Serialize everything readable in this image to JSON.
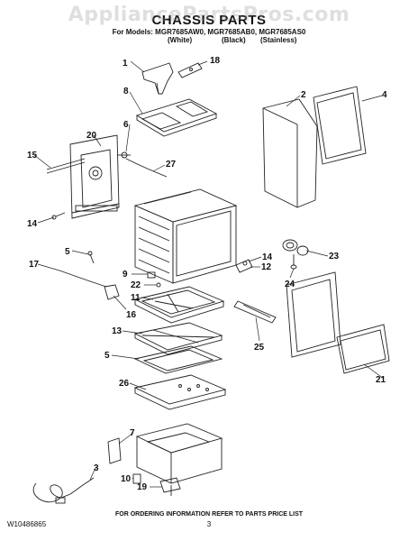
{
  "watermark": "AppliancePartsPros.com",
  "title": "CHASSIS PARTS",
  "models_line": "For Models: MGR7685AW0, MGR7685AB0, MGR7685AS0",
  "variants": [
    "(White)",
    "(Black)",
    "(Stainless)"
  ],
  "callouts": [
    "1",
    "18",
    "8",
    "2",
    "4",
    "6",
    "20",
    "27",
    "15",
    "14",
    "5",
    "14",
    "12",
    "23",
    "17",
    "9",
    "22",
    "24",
    "11",
    "16",
    "13",
    "25",
    "5",
    "26",
    "21",
    "7",
    "3",
    "10",
    "19"
  ],
  "footer": {
    "doc_number": "W10486865",
    "ordering_note": "FOR ORDERING INFORMATION REFER TO PARTS PRICE LIST",
    "page_number": "3"
  }
}
